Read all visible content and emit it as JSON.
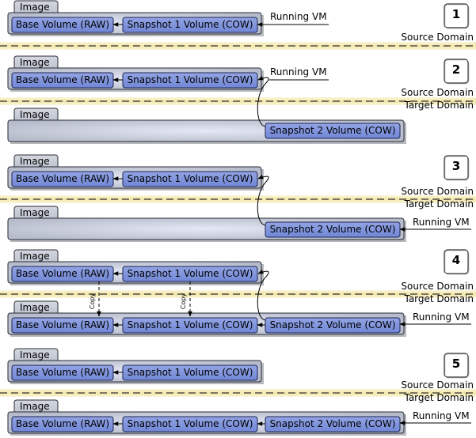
{
  "labels": {
    "image": "Image",
    "base_volume": "Base Volume (RAW)",
    "snapshot1_volume": "Snapshot 1 Volume (COW)",
    "snapshot2_volume": "Snapshot 2 Volume (COW)",
    "running_vm": "Running VM",
    "source_domain": "Source Domain",
    "target_domain": "Target Domain",
    "copy": "Copy"
  },
  "steps": [
    {
      "number": "1"
    },
    {
      "number": "2"
    },
    {
      "number": "3"
    },
    {
      "number": "4"
    },
    {
      "number": "5"
    }
  ]
}
